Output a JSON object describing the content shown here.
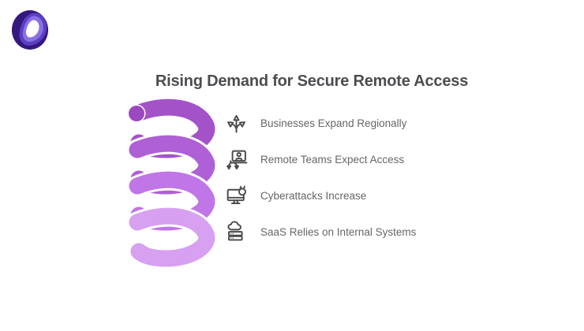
{
  "header": {
    "title": "Rising Demand for Secure Remote Access"
  },
  "list": {
    "items": [
      {
        "icon": "branching-arrows-icon",
        "label": "Businesses Expand Regionally"
      },
      {
        "icon": "remote-laptop-person-icon",
        "label": "Remote Teams Expect Access"
      },
      {
        "icon": "monitor-bug-icon",
        "label": "Cyberattacks Increase"
      },
      {
        "icon": "cloud-server-icon",
        "label": "SaaS Relies on Internal Systems"
      }
    ]
  },
  "colors": {
    "background": "#ffffff",
    "title_text": "#4d4d51",
    "item_text": "#666666",
    "icon_stroke": "#4a4a4a",
    "brand_dark": "#34187e",
    "brand_mid": "#5b3fc2",
    "brand_light": "#8a70e3",
    "brand_center": "#ffffff",
    "spiral_cap": "#9c49c0"
  },
  "spiral": {
    "turn_colors": [
      "#a452c8",
      "#af60d6",
      "#c076e6",
      "#d7a0f1"
    ]
  }
}
